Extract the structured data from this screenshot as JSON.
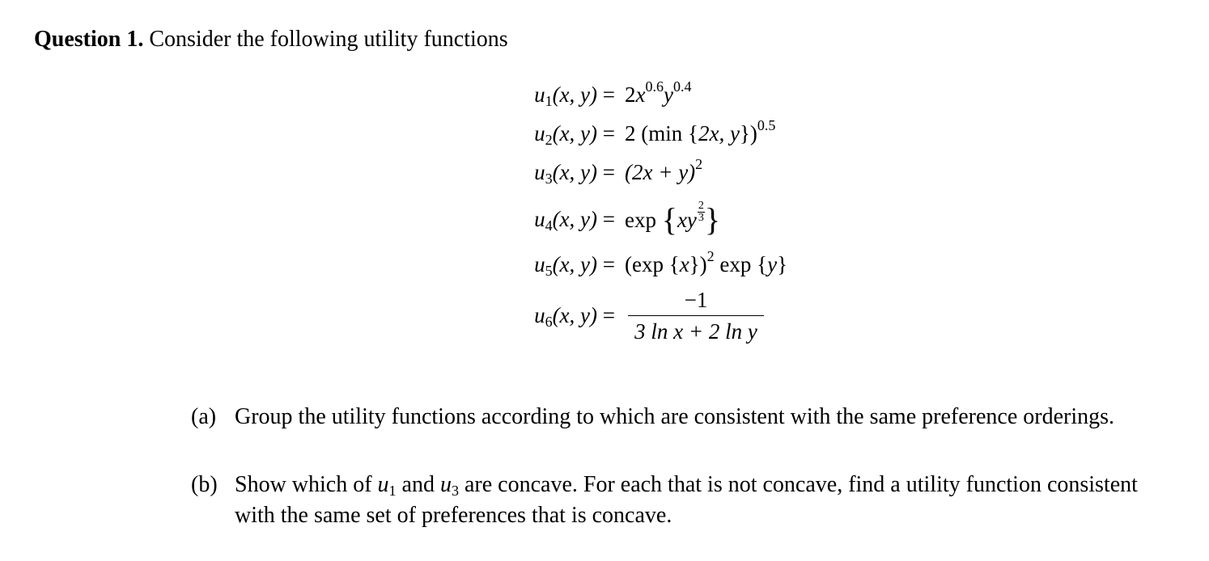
{
  "heading": {
    "number": "Question 1.",
    "text": "Consider the following utility functions"
  },
  "equations": [
    {
      "lhs_var": "u",
      "lhs_sub": "1",
      "args": "(x, y)",
      "eq": "="
    },
    {
      "lhs_var": "u",
      "lhs_sub": "2",
      "args": "(x, y)",
      "eq": "="
    },
    {
      "lhs_var": "u",
      "lhs_sub": "3",
      "args": "(x, y)",
      "eq": "="
    },
    {
      "lhs_var": "u",
      "lhs_sub": "4",
      "args": "(x, y)",
      "eq": "="
    },
    {
      "lhs_var": "u",
      "lhs_sub": "5",
      "args": "(x, y)",
      "eq": "="
    },
    {
      "lhs_var": "u",
      "lhs_sub": "6",
      "args": "(x, y)",
      "eq": "="
    }
  ],
  "rhs": {
    "u1": {
      "coef": "2",
      "x": "x",
      "xexp": "0.6",
      "y": "y",
      "yexp": "0.4"
    },
    "u2": {
      "coef": "2",
      "open": "(min {",
      "inner": "2x, y",
      "close": "})",
      "exp": "0.5"
    },
    "u3": {
      "expr": "(2x + y)",
      "exp": "2"
    },
    "u4": {
      "fn": "exp",
      "lbrace": "{",
      "xy": "xy",
      "frac_num": "2",
      "frac_den": "3",
      "rbrace": "}"
    },
    "u5": {
      "part1": "(exp {",
      "x": "x",
      "part1_close": "})",
      "exp": "2",
      "part2": "exp {",
      "y": "y",
      "part2_close": "}"
    },
    "u6": {
      "numerator": "−1",
      "denominator": "3 ln x + 2 ln y"
    }
  },
  "parts": [
    {
      "label": "(a)",
      "text": "Group the utility functions according to which are consistent with the same preference orderings."
    },
    {
      "label": "(b)",
      "text_before": "Show which of",
      "var1": "u",
      "sub1": "1",
      "mid": "and",
      "var2": "u",
      "sub2": "3",
      "text_after": "are concave. For each that is not concave, find a utility function consistent with the same set of preferences that is concave."
    }
  ]
}
